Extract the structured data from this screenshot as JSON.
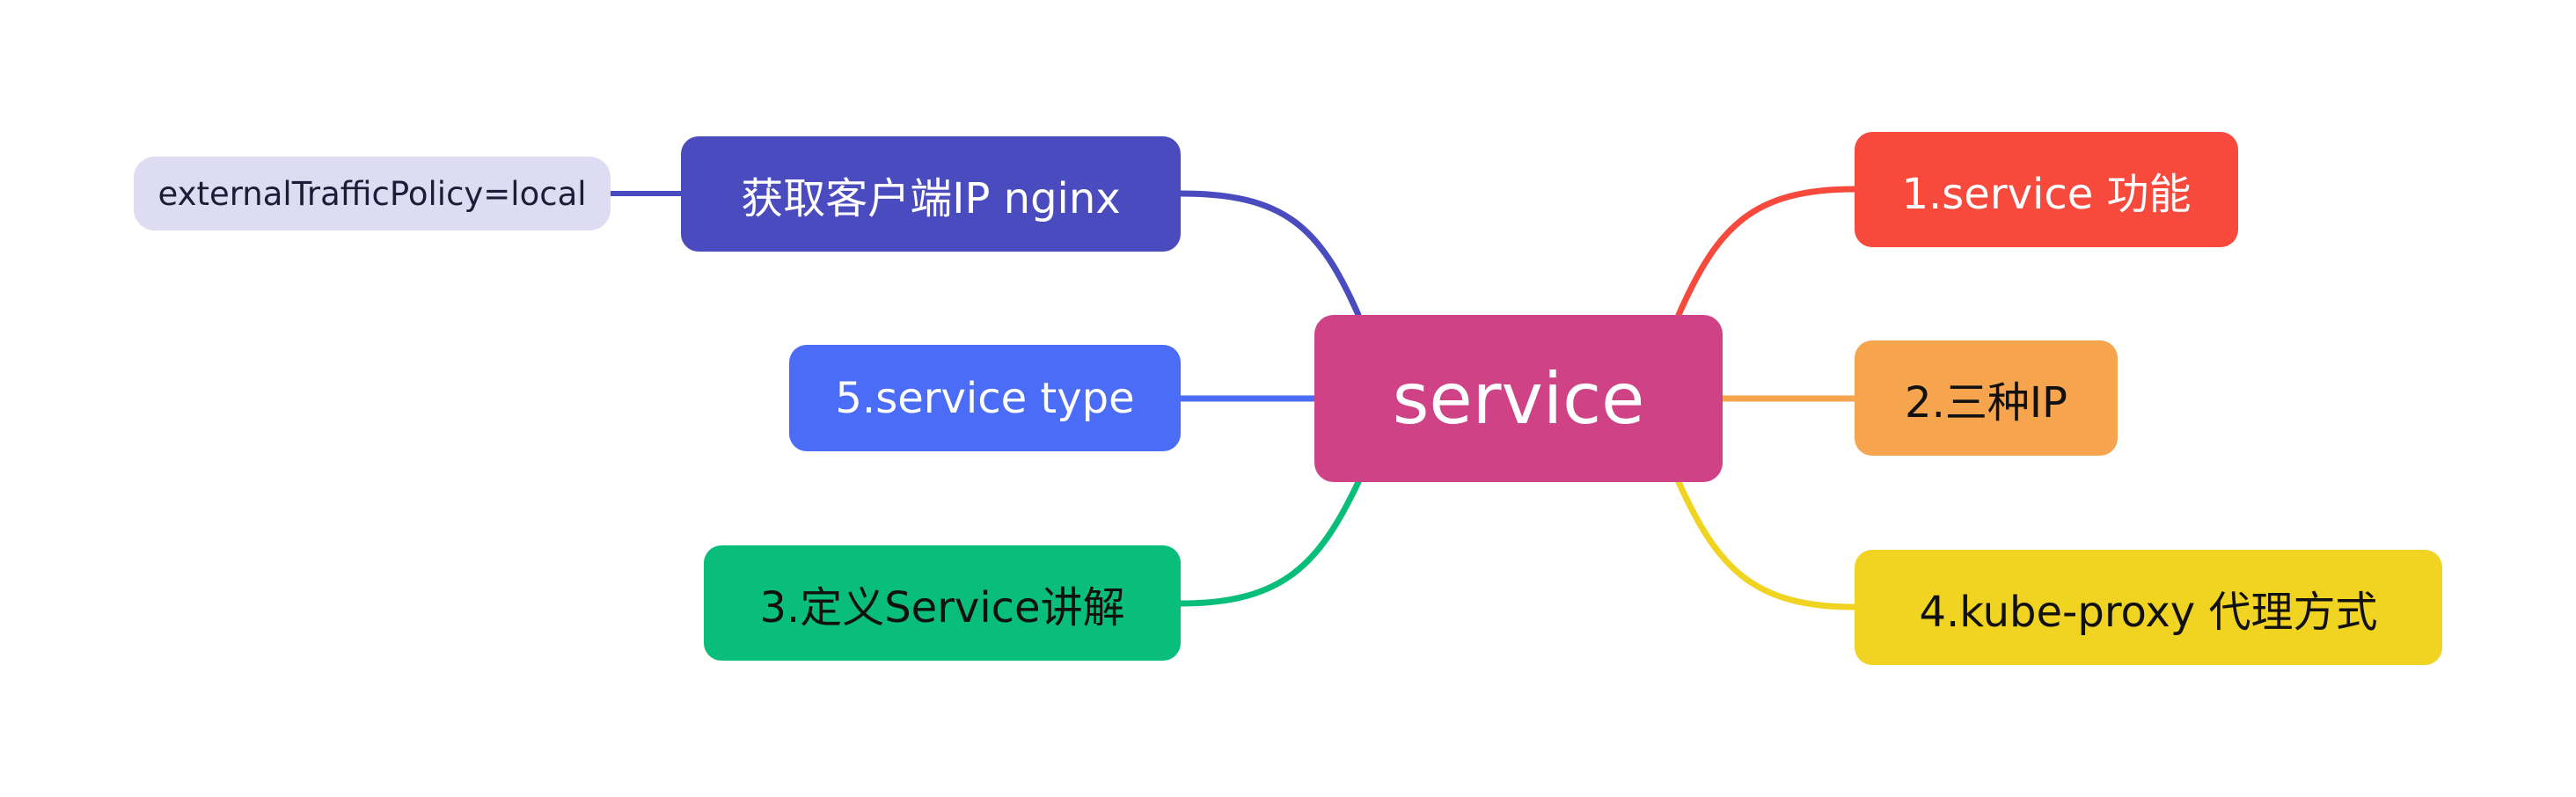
{
  "center": {
    "label": "service",
    "color": "#cf4285",
    "text_color": "#ffffff"
  },
  "branches": [
    {
      "id": "client-ip",
      "label": "获取客户端IP nginx",
      "color": "#4b4bc0",
      "text_color": "#ffffff"
    },
    {
      "id": "type",
      "label": "5.service type",
      "color": "#4a6cf6",
      "text_color": "#ffffff"
    },
    {
      "id": "define",
      "label": "3.定义Service讲解",
      "color": "#09bd7b",
      "text_color": "#111111"
    },
    {
      "id": "func",
      "label": "1.service 功能",
      "color": "#f74a3d",
      "text_color": "#ffffff"
    },
    {
      "id": "ips",
      "label": "2.三种IP",
      "color": "#f6a44d",
      "text_color": "#111111"
    },
    {
      "id": "proxy",
      "label": "4.kube-proxy 代理方式",
      "color": "#f1d321",
      "text_color": "#111111"
    }
  ],
  "leaf": {
    "label": "externalTrafficPolicy=local",
    "color": "#dedcf2",
    "text_color": "#1d1d3a",
    "link_color": "#4b4bc0"
  }
}
